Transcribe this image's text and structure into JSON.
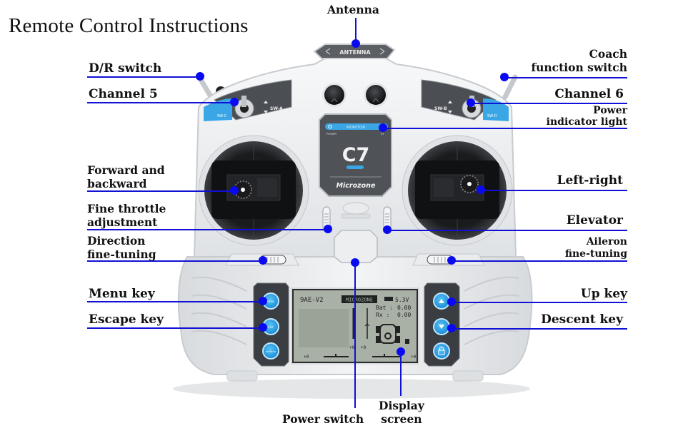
{
  "title": "Remote Control Instructions",
  "device": {
    "brand": "Microzone",
    "model": "C7",
    "antenna_plate": "ANTENNA",
    "monitor_bar": "MONITOR",
    "power_label": "POWER",
    "rf_label": "RF",
    "switch_a": "SW-A",
    "switch_b": "SW-B",
    "buttons_left": [
      "MENU",
      "EXIT",
      "MONITOR"
    ],
    "buttons_right": [
      "up-arrow",
      "down-arrow",
      "lock"
    ],
    "lcd": {
      "model_name": "9AE-V2",
      "mode_badge": "MICROZONE",
      "voltage": "5.3V",
      "bat_label": "Bat :",
      "bat_value": "0.00",
      "rx_label": "Rx :",
      "rx_value": "0.00",
      "trim_values": [
        "+0",
        "+0",
        "+0",
        "+0"
      ]
    }
  },
  "callouts": {
    "antenna": "Antenna",
    "dr_switch": "D/R switch",
    "channel5": "Channel 5",
    "coach_line1": "Coach",
    "coach_line2": "function switch",
    "channel6": "Channel 6",
    "power_light_line1": "Power",
    "power_light_line2": "indicator light",
    "forward_line1": "Forward and",
    "forward_line2": "backward",
    "left_right": "Left-right",
    "fine_throttle_line1": "Fine throttle",
    "fine_throttle_line2": "adjustment",
    "elevator": "Elevator",
    "direction_line1": "Direction",
    "direction_line2": "fine-tuning",
    "aileron_line1": "Aileron",
    "aileron_line2": "fine-tuning",
    "menu_key": "Menu key",
    "up_key": "Up key",
    "escape_key": "Escape key",
    "descent_key": "Descent key",
    "power_switch": "Power switch",
    "display_line1": "Display",
    "display_line2": "screen"
  },
  "colors": {
    "callout_line": "#1010d6",
    "callout_dot": "#0a0af0",
    "body": "#eceef0",
    "accent_blue": "#3aa6e6",
    "panel_dark": "#3a3d42",
    "lcd_bg": "#a9b1a6"
  }
}
